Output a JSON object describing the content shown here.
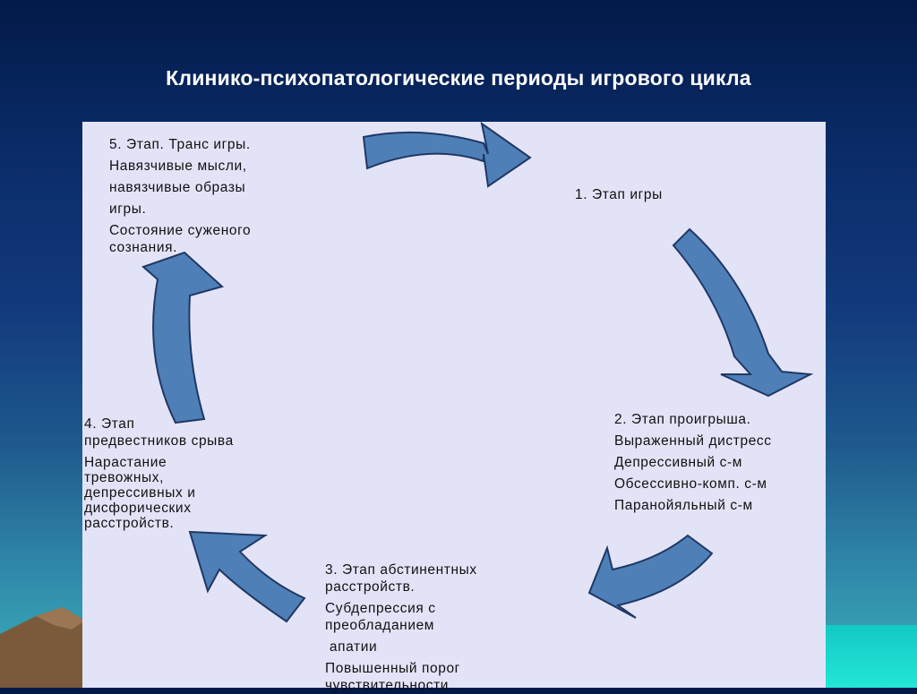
{
  "title": "Клинико-психопатологические периоды игрового цикла",
  "colors": {
    "arrow_fill": "#4f7fb7",
    "arrow_stroke": "#1f3864",
    "panel": "#e3e3f8"
  },
  "stages": {
    "stage1": {
      "lines": [
        "1. Этап игры"
      ]
    },
    "stage2": {
      "lines": [
        "2. Этап проигрыша.",
        "Выраженный дистресс",
        "Депрессивный с-м",
        "Обсессивно-комп. с-м",
        "Паранойяльный с-м"
      ]
    },
    "stage3": {
      "lines": [
        "3. Этап абстинентных",
        "расстройств.",
        "Субдепрессия с",
        "преобладанием",
        " апатии",
        "Повышенный порог",
        "чувствительности."
      ]
    },
    "stage4": {
      "lines": [
        "4. Этап",
        "предвестников срыва",
        "Нарастание",
        "тревожных,",
        "депрессивных и",
        "дисфорических",
        "расстройств."
      ]
    },
    "stage5": {
      "lines": [
        "5. Этап. Транс игры.",
        "Навязчивые мысли,",
        "навязчивые образы",
        "игры.",
        "Состояние суженого",
        "сознания."
      ]
    }
  }
}
